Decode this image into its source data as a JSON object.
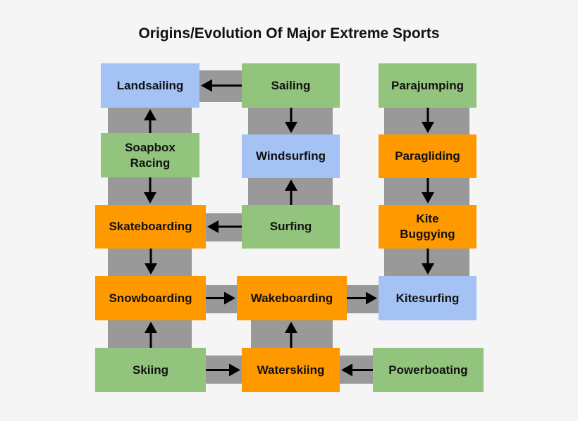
{
  "title": "Origins/Evolution Of Major Extreme Sports",
  "colors": {
    "blue": "#a4c2f4",
    "green": "#93c47d",
    "orange": "#ff9900",
    "connector": "#999999",
    "arrow": "#000000"
  },
  "nodes": {
    "landsailing": {
      "label": "Landsailing",
      "color": "blue"
    },
    "sailing": {
      "label": "Sailing",
      "color": "green"
    },
    "parajumping": {
      "label": "Parajumping",
      "color": "green"
    },
    "soapbox": {
      "label": "Soapbox\nRacing",
      "color": "green"
    },
    "windsurfing": {
      "label": "Windsurfing",
      "color": "blue"
    },
    "paragliding": {
      "label": "Paragliding",
      "color": "orange"
    },
    "skateboarding": {
      "label": "Skateboarding",
      "color": "orange"
    },
    "surfing": {
      "label": "Surfing",
      "color": "green"
    },
    "kitebuggying": {
      "label": "Kite\nBuggying",
      "color": "orange"
    },
    "snowboarding": {
      "label": "Snowboarding",
      "color": "orange"
    },
    "wakeboarding": {
      "label": "Wakeboarding",
      "color": "orange"
    },
    "kitesurfing": {
      "label": "Kitesurfing",
      "color": "blue"
    },
    "skiing": {
      "label": "Skiing",
      "color": "green"
    },
    "waterskiing": {
      "label": "Waterskiing",
      "color": "orange"
    },
    "powerboating": {
      "label": "Powerboating",
      "color": "green"
    }
  },
  "edges": [
    {
      "from": "sailing",
      "to": "landsailing"
    },
    {
      "from": "soapbox",
      "to": "landsailing"
    },
    {
      "from": "soapbox",
      "to": "skateboarding"
    },
    {
      "from": "sailing",
      "to": "windsurfing"
    },
    {
      "from": "surfing",
      "to": "windsurfing"
    },
    {
      "from": "surfing",
      "to": "skateboarding"
    },
    {
      "from": "parajumping",
      "to": "paragliding"
    },
    {
      "from": "paragliding",
      "to": "kitebuggying"
    },
    {
      "from": "kitebuggying",
      "to": "kitesurfing"
    },
    {
      "from": "skateboarding",
      "to": "snowboarding"
    },
    {
      "from": "snowboarding",
      "to": "wakeboarding"
    },
    {
      "from": "wakeboarding",
      "to": "kitesurfing"
    },
    {
      "from": "skiing",
      "to": "snowboarding"
    },
    {
      "from": "skiing",
      "to": "waterskiing"
    },
    {
      "from": "waterskiing",
      "to": "wakeboarding"
    },
    {
      "from": "powerboating",
      "to": "waterskiing"
    }
  ]
}
